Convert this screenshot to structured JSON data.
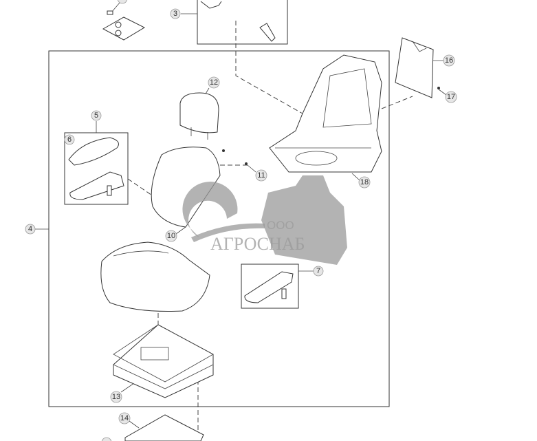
{
  "diagram": {
    "callouts": {
      "c3": "3",
      "c4": "4",
      "c5": "5",
      "c6": "6",
      "c7": "7",
      "c10": "10",
      "c11": "11",
      "c12": "12",
      "c13": "13",
      "c14": "14",
      "c16": "16",
      "c17": "17",
      "c18": "18"
    },
    "watermark": {
      "prefix": "ООО",
      "name": "АГРОСНАБ"
    }
  }
}
